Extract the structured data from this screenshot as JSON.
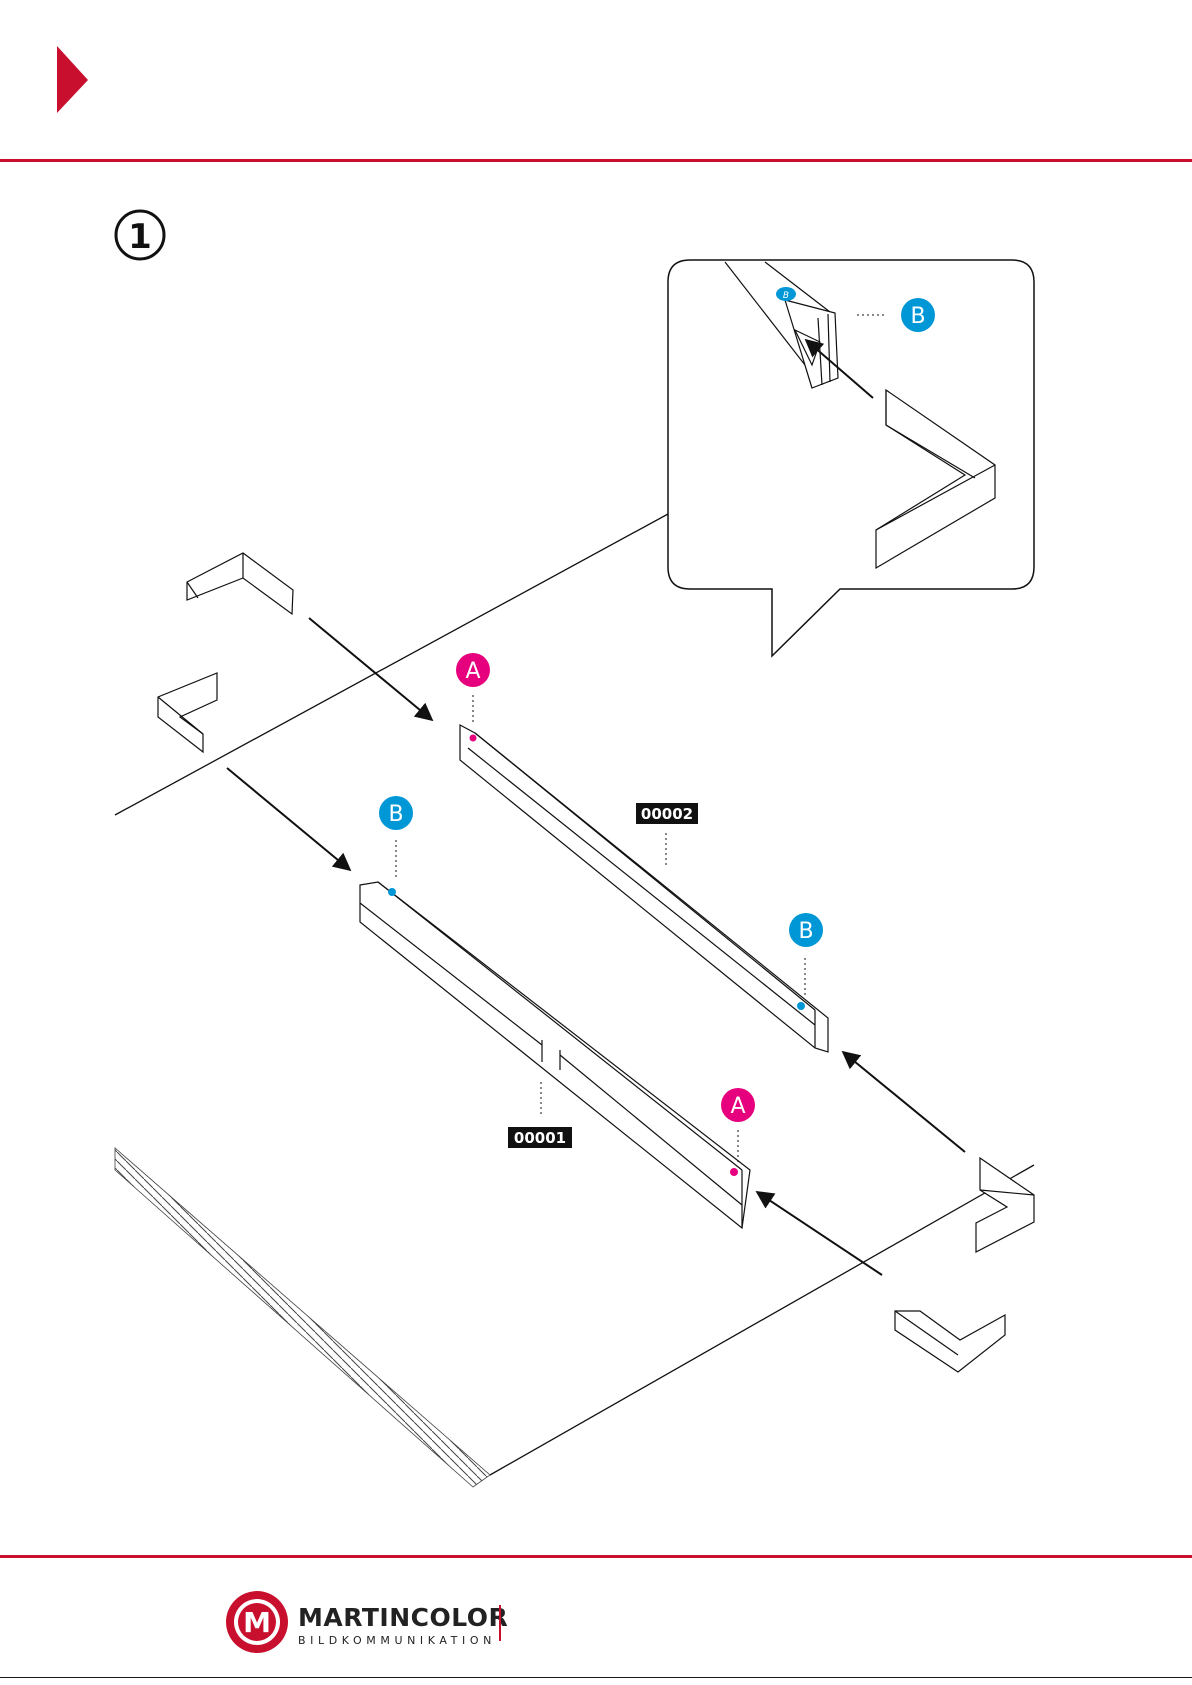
{
  "header": {
    "triangle_color": "#c8102e"
  },
  "colors": {
    "brand_red": "#c8102e",
    "magenta": "#e6007e",
    "cyan": "#0097d7",
    "ink": "#1a1a1a"
  },
  "step": {
    "number": "1"
  },
  "callouts": {
    "A": "A",
    "B": "B"
  },
  "parts": {
    "profile_1": "00001",
    "profile_2": "00002"
  },
  "logo": {
    "icon": "m-circle-logo",
    "letter": "M",
    "name": "MARTINCOLOR",
    "subtitle": "BILDKOMMUNIKATION"
  }
}
